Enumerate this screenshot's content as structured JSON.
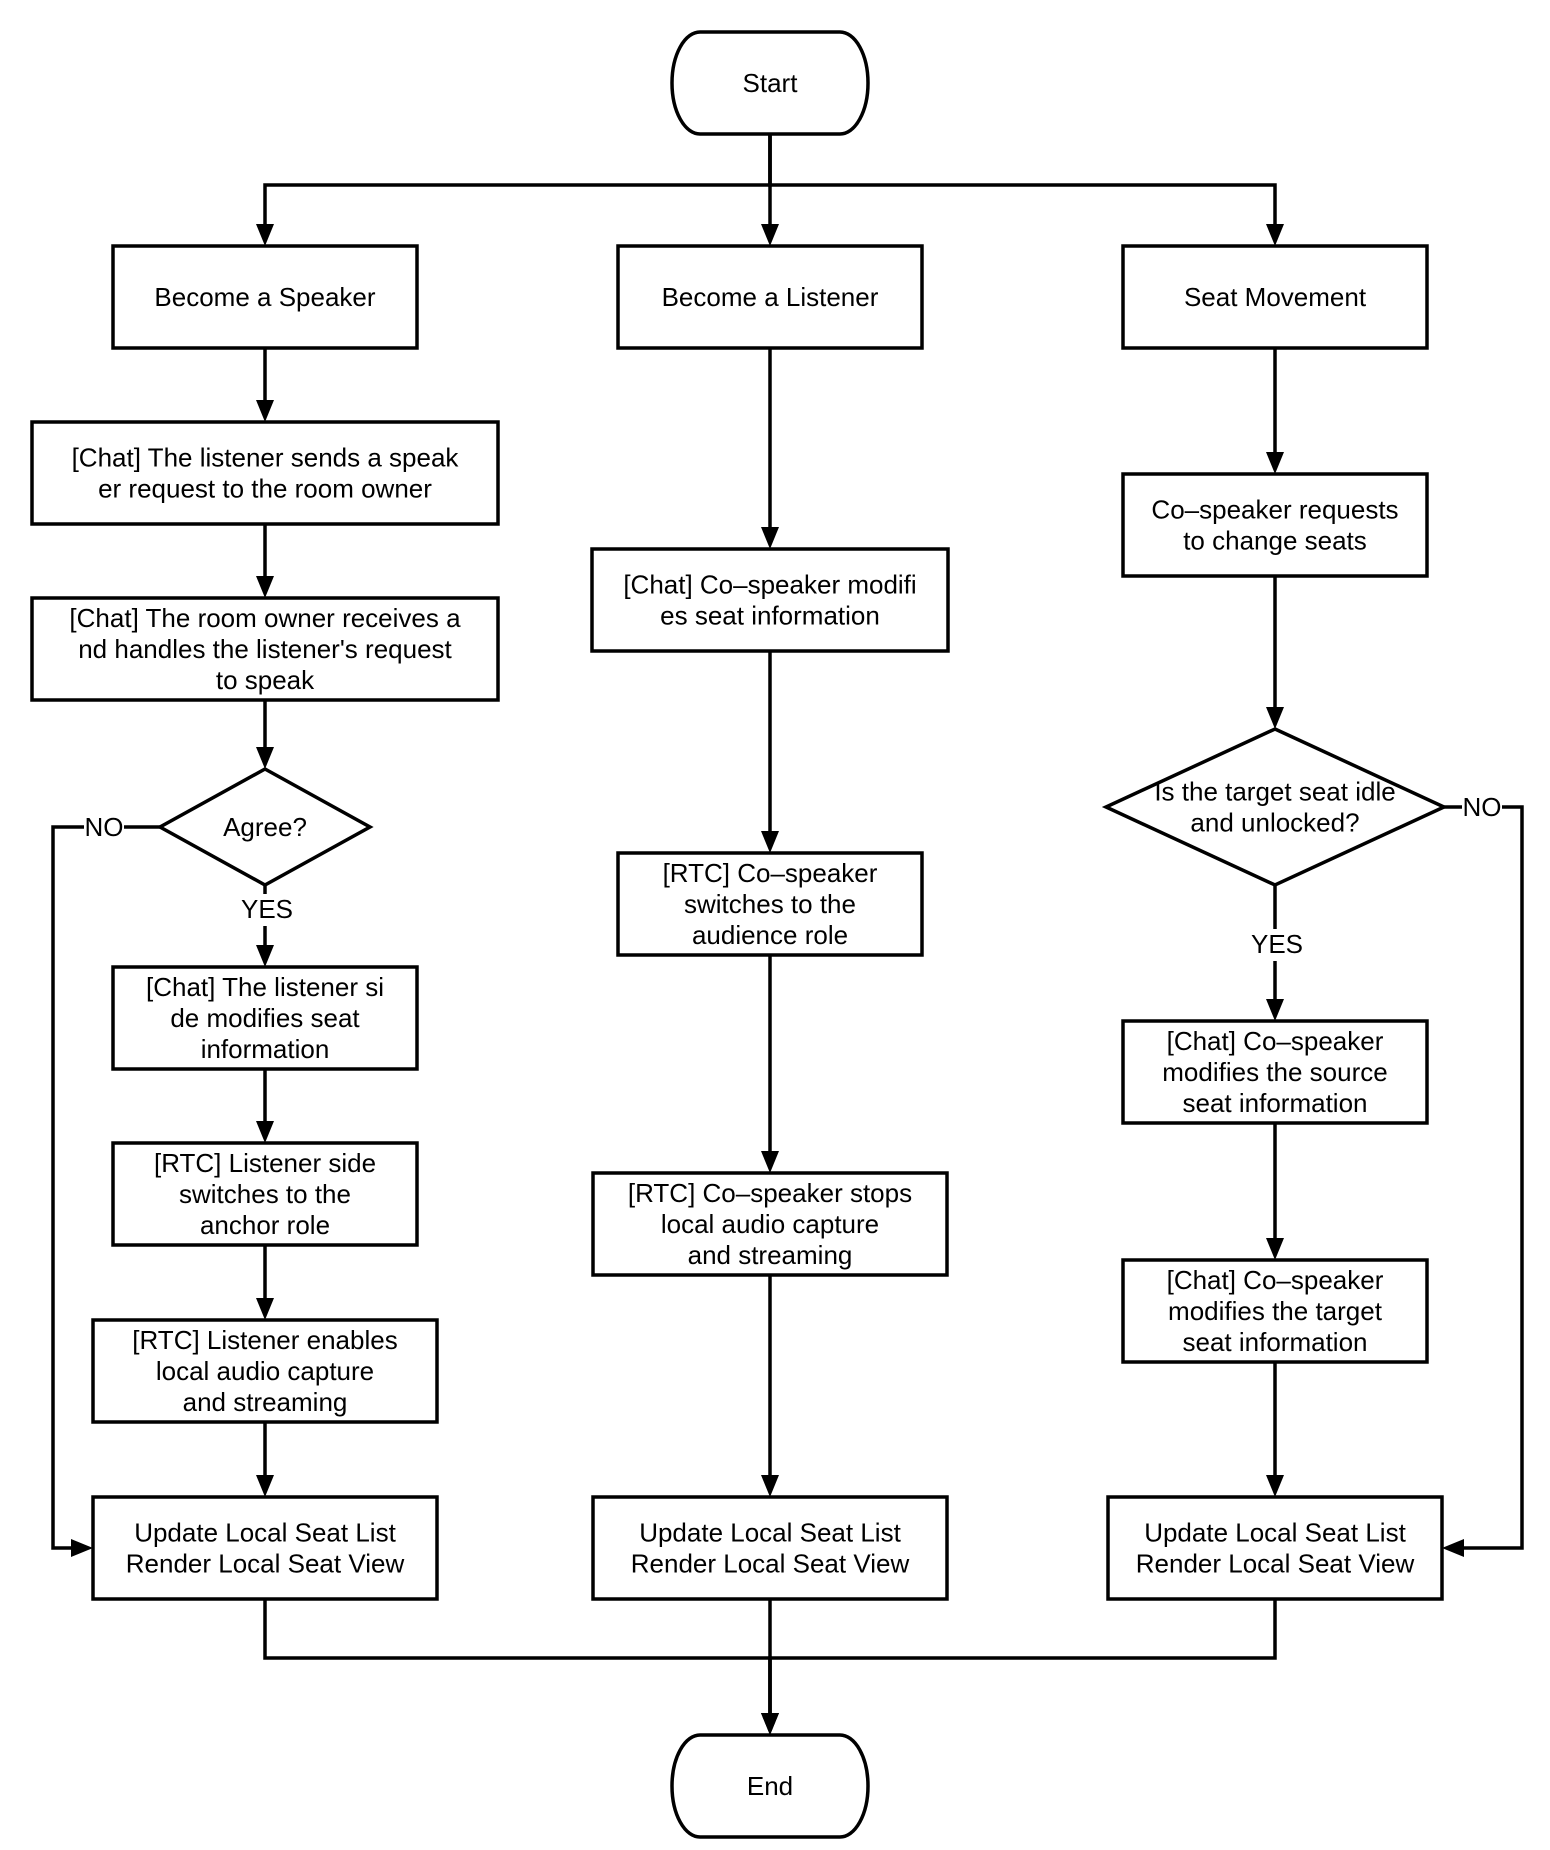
{
  "nodes": {
    "start": {
      "type": "terminal",
      "lines": [
        "Start"
      ]
    },
    "become_speaker": {
      "type": "process",
      "lines": [
        "Become a Speaker"
      ]
    },
    "become_listener": {
      "type": "process",
      "lines": [
        "Become a Listener"
      ]
    },
    "seat_movement": {
      "type": "process",
      "lines": [
        "Seat Movement"
      ]
    },
    "speaker_request": {
      "type": "process",
      "lines": [
        "[Chat] The listener sends a speak",
        "er request to the room owner"
      ]
    },
    "owner_handles": {
      "type": "process",
      "lines": [
        "[Chat] The room owner receives a",
        "nd handles the listener's request",
        "to speak"
      ]
    },
    "agree": {
      "type": "decision",
      "lines": [
        "Agree?"
      ]
    },
    "listener_modifies_seat": {
      "type": "process",
      "lines": [
        "[Chat] The listener si",
        "de modifies seat",
        "information"
      ]
    },
    "listener_anchor_role": {
      "type": "process",
      "lines": [
        "[RTC] Listener side",
        "switches to the",
        "anchor role"
      ]
    },
    "listener_enables_audio": {
      "type": "process",
      "lines": [
        "[RTC] Listener enables",
        "local audio capture",
        "and streaming"
      ]
    },
    "update_speaker": {
      "type": "process",
      "lines": [
        "Update Local Seat List",
        "Render Local Seat View"
      ]
    },
    "cospeaker_modifies_seat": {
      "type": "process",
      "lines": [
        "[Chat] Co–speaker modifi",
        "es seat information"
      ]
    },
    "cospeaker_audience_role": {
      "type": "process",
      "lines": [
        "[RTC] Co–speaker",
        "switches to the",
        "audience role"
      ]
    },
    "cospeaker_stops_audio": {
      "type": "process",
      "lines": [
        "[RTC] Co–speaker stops",
        "local audio capture",
        "and streaming"
      ]
    },
    "update_listener": {
      "type": "process",
      "lines": [
        "Update Local Seat List",
        "Render Local Seat View"
      ]
    },
    "change_seats_request": {
      "type": "process",
      "lines": [
        "Co–speaker requests",
        "to change seats"
      ]
    },
    "target_seat_check": {
      "type": "decision",
      "lines": [
        "Is the target seat idle",
        "and unlocked?"
      ]
    },
    "modify_source_seat": {
      "type": "process",
      "lines": [
        "[Chat] Co–speaker",
        "modifies the source",
        "seat information"
      ]
    },
    "modify_target_seat": {
      "type": "process",
      "lines": [
        "[Chat] Co–speaker",
        "modifies the target",
        "seat information"
      ]
    },
    "update_movement": {
      "type": "process",
      "lines": [
        "Update Local Seat List",
        "Render Local Seat View"
      ]
    },
    "end": {
      "type": "terminal",
      "lines": [
        "End"
      ]
    }
  },
  "edges": [
    {
      "from": "start",
      "to": "become_speaker",
      "label": ""
    },
    {
      "from": "start",
      "to": "become_listener",
      "label": ""
    },
    {
      "from": "start",
      "to": "seat_movement",
      "label": ""
    },
    {
      "from": "become_speaker",
      "to": "speaker_request",
      "label": ""
    },
    {
      "from": "speaker_request",
      "to": "owner_handles",
      "label": ""
    },
    {
      "from": "owner_handles",
      "to": "agree",
      "label": ""
    },
    {
      "from": "agree",
      "to": "listener_modifies_seat",
      "label": "YES"
    },
    {
      "from": "agree",
      "to": "update_speaker",
      "label": "NO"
    },
    {
      "from": "listener_modifies_seat",
      "to": "listener_anchor_role",
      "label": ""
    },
    {
      "from": "listener_anchor_role",
      "to": "listener_enables_audio",
      "label": ""
    },
    {
      "from": "listener_enables_audio",
      "to": "update_speaker",
      "label": ""
    },
    {
      "from": "become_listener",
      "to": "cospeaker_modifies_seat",
      "label": ""
    },
    {
      "from": "cospeaker_modifies_seat",
      "to": "cospeaker_audience_role",
      "label": ""
    },
    {
      "from": "cospeaker_audience_role",
      "to": "cospeaker_stops_audio",
      "label": ""
    },
    {
      "from": "cospeaker_stops_audio",
      "to": "update_listener",
      "label": ""
    },
    {
      "from": "seat_movement",
      "to": "change_seats_request",
      "label": ""
    },
    {
      "from": "change_seats_request",
      "to": "target_seat_check",
      "label": ""
    },
    {
      "from": "target_seat_check",
      "to": "modify_source_seat",
      "label": "YES"
    },
    {
      "from": "target_seat_check",
      "to": "update_movement",
      "label": "NO"
    },
    {
      "from": "modify_source_seat",
      "to": "modify_target_seat",
      "label": ""
    },
    {
      "from": "modify_target_seat",
      "to": "update_movement",
      "label": ""
    },
    {
      "from": "update_speaker",
      "to": "end",
      "label": ""
    },
    {
      "from": "update_listener",
      "to": "end",
      "label": ""
    },
    {
      "from": "update_movement",
      "to": "end",
      "label": ""
    }
  ],
  "colors": {
    "stroke": "#000000",
    "fill": "#ffffff",
    "text": "#000000"
  }
}
